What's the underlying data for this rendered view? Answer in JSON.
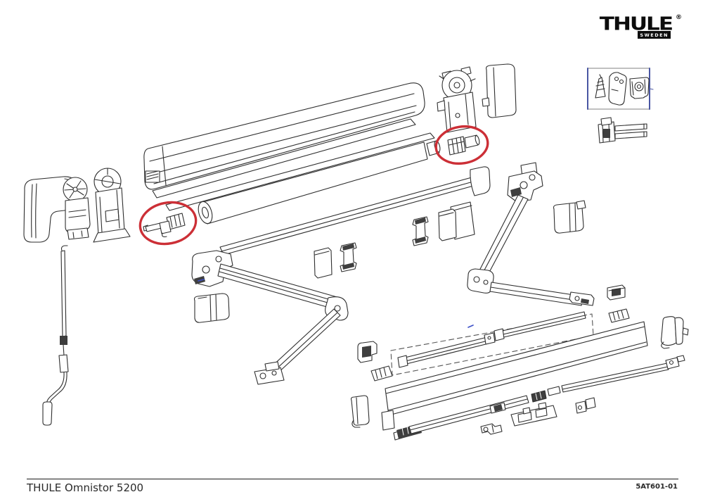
{
  "logo": {
    "brand": "THULE",
    "registered": "®",
    "subtext": "SWEDEN"
  },
  "footer": {
    "product_title": "THULE Omnistor 5200",
    "document_number": "5AT601-01"
  },
  "colors": {
    "highlight_red": "#cc2f36",
    "outline": "#2e2e2e",
    "detail_box_blue": "#4956a3",
    "annotation_blue": "#3c50c8"
  },
  "diagram": {
    "kind": "exploded-parts-diagram",
    "highlighted_parts": [
      "spindle-left",
      "gear-adapter-right"
    ],
    "parts": [
      "case-housing",
      "lid-strip",
      "roller-tube",
      "lead-rail",
      "fabric-corner",
      "gear-unit-right",
      "end-cap-right",
      "gear-adapter-highlighted",
      "end-cap-left",
      "gear-unit-left",
      "mount-bracket-left",
      "crank-handle",
      "spring-arm-left",
      "arm-cover-left",
      "spring-arm-right",
      "arm-cover-right",
      "clip-plate-1",
      "clip-z-1",
      "clip-z-2",
      "clip-plate-2",
      "tension-rafter",
      "support-bracket",
      "ribbed-block-left",
      "end-cap-small",
      "front-panel",
      "bottom-roller-tube",
      "slider-block-1",
      "mount-plate",
      "slider-block-2",
      "end-bracket-right",
      "bracket-small-right",
      "ribbed-block-right",
      "detail-cone",
      "detail-plate",
      "detail-bracket",
      "fork-bracket",
      "spindle-highlighted"
    ]
  }
}
